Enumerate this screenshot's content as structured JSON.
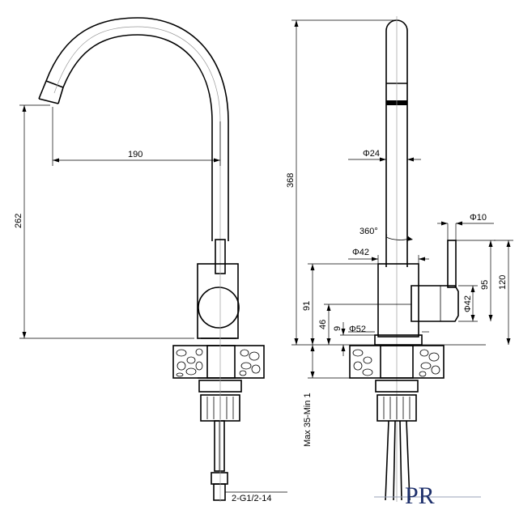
{
  "dimensions": {
    "reach": "190",
    "spout_height": "262",
    "total_height": "368",
    "spout_diameter": "Φ24",
    "rotation": "360°",
    "handle_diameter": "Φ10",
    "body_diameter_top": "Φ42",
    "body_diameter_side": "Φ42",
    "base_diameter": "Φ52",
    "body_height": "91",
    "handle_height": "95",
    "handle_top": "120",
    "handle_axis": "46",
    "base_height": "9",
    "countertop": "Max 35-Min 1",
    "thread": "2-G1/2-14"
  },
  "logo": {
    "text": "PR"
  },
  "colors": {
    "line": "#000000",
    "construction": "#9a9a9a",
    "logo": "#1d2f6b"
  }
}
